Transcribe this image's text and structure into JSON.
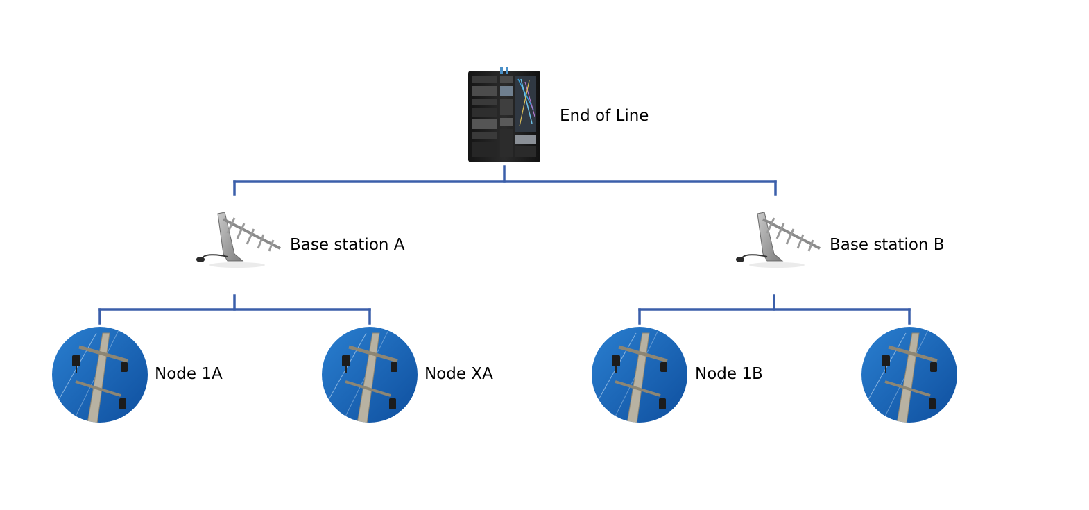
{
  "diagram": {
    "connector_color": "#3b5faa",
    "root": {
      "label": "End of Line",
      "icon": "server-rack-icon"
    },
    "base_stations": [
      {
        "label": "Base station A",
        "icon": "antenna-icon"
      },
      {
        "label": "Base station B",
        "icon": "antenna-icon"
      }
    ],
    "nodes": [
      {
        "label": "Node 1A",
        "icon": "utility-pole-icon",
        "parent": "Base station A"
      },
      {
        "label": "Node XA",
        "icon": "utility-pole-icon",
        "parent": "Base station A"
      },
      {
        "label": "Node 1B",
        "icon": "utility-pole-icon",
        "parent": "Base station B"
      },
      {
        "label": "",
        "icon": "utility-pole-icon",
        "parent": "Base station B"
      }
    ]
  }
}
